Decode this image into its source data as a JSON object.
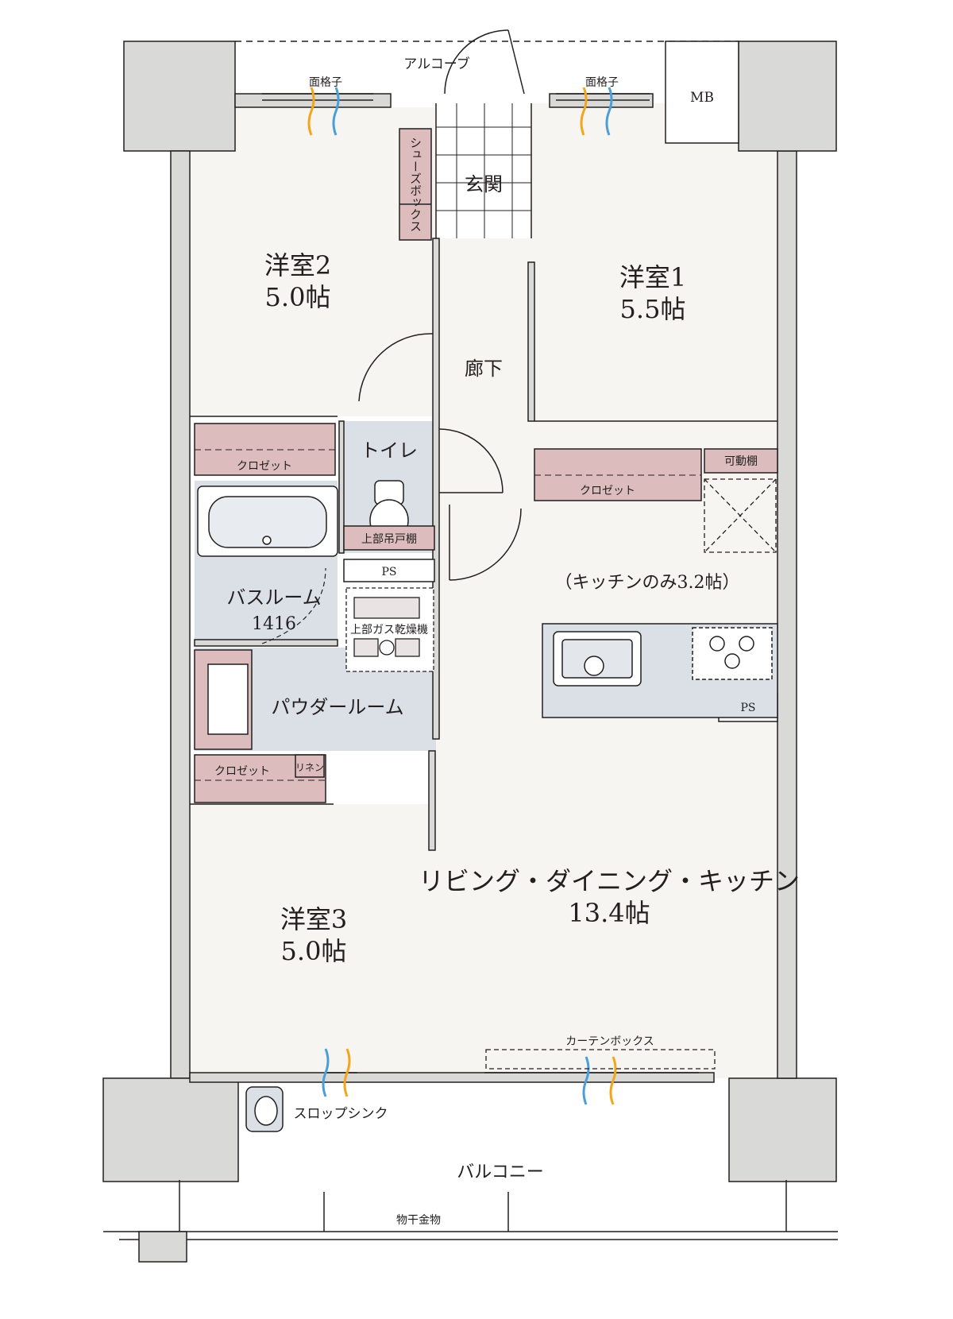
{
  "rooms": {
    "western2": {
      "name": "洋室2",
      "size": "5.0帖"
    },
    "western1": {
      "name": "洋室1",
      "size": "5.5帖"
    },
    "western3": {
      "name": "洋室3",
      "size": "5.0帖"
    },
    "ldk": {
      "name": "リビング・ダイニング・キッチン",
      "size": "13.4帖",
      "kitchen_note": "（キッチンのみ3.2帖）"
    },
    "entrance": "玄関",
    "hallway": "廊下",
    "toilet": "トイレ",
    "bathroom": {
      "name": "バスルーム",
      "size": "1416"
    },
    "powder_room": "パウダールーム"
  },
  "labels": {
    "alcove": "アルコーブ",
    "mb": "MB",
    "grille_left": "面格子",
    "grille_right": "面格子",
    "shoe_box": "シューズボックス",
    "closet_w2": "クロゼット",
    "closet_w1": "クロゼット",
    "closet_w3": "クロゼット",
    "movable_shelf": "可動棚",
    "upper_shelf": "上部吊戸棚",
    "ps_toilet": "PS",
    "ps_kitchen": "PS",
    "gas_dryer": "上部ガス乾燥機",
    "linen": "リネン",
    "curtain_box": "カーテンボックス",
    "slop_sink": "スロップシンク",
    "balcony": "バルコニー",
    "drying_hardware": "物干金物"
  },
  "colors": {
    "wall": "#d9d9d7",
    "floor": "#f6f5f1",
    "wet_area": "#dbe0e7",
    "storage": "#dcbcbc",
    "line": "#231f20",
    "air_warm": "#f4a51c",
    "air_cool": "#4a9fd8"
  }
}
